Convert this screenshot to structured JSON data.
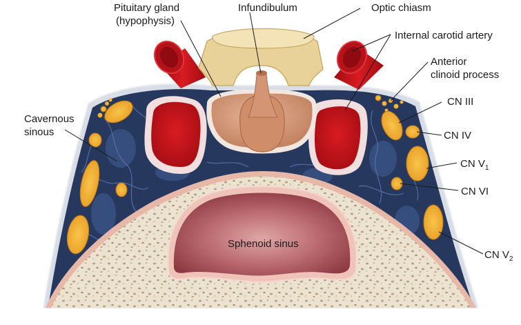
{
  "labels": {
    "pituitary_line1": "Pituitary gland",
    "pituitary_line2": "(hypophysis)",
    "infundibulum": "Infundibulum",
    "optic_chiasm": "Optic chiasm",
    "internal_carotid": "Internal carotid artery",
    "anterior_clinoid_line1": "Anterior",
    "anterior_clinoid_line2": "clinoid process",
    "cavernous_line1": "Cavernous",
    "cavernous_line2": "sinous",
    "cn3": "CN III",
    "cn4": "CN IV",
    "cn5_1_base": "CN V",
    "cn5_1_sub": "1",
    "cn6": "CN VI",
    "cn5_2_base": "CN V",
    "cn5_2_sub": "2",
    "sphenoid_sinus": "Sphenoid sinus"
  },
  "colors": {
    "cavernous_sinus": "#27385f",
    "carotid_red": "#c8141c",
    "pituitary": "#d49a78",
    "optic_chiasm": "#ead49a",
    "nerve": "#f3b43a",
    "bone": "#ebe1cf",
    "sinus_pink": "#b96066"
  }
}
